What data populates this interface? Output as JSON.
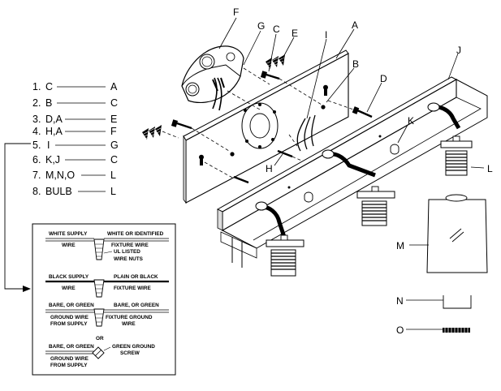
{
  "assembly_steps": [
    {
      "num": "1.",
      "part": "C",
      "target": "A"
    },
    {
      "num": "2.",
      "part": "B",
      "target": "C"
    },
    {
      "num": "3.",
      "part": "D,A",
      "target": "E"
    },
    {
      "num": "4.",
      "part": "H,A",
      "target": "F"
    },
    {
      "num": "5.",
      "part": "I",
      "target": "G"
    },
    {
      "num": "6.",
      "part": "K,J",
      "target": "C"
    },
    {
      "num": "7.",
      "part": "M,N,O",
      "target": "L"
    },
    {
      "num": "8.",
      "part": "BULB",
      "target": "L"
    }
  ],
  "part_labels": {
    "A": "A",
    "B": "B",
    "C": "C",
    "D": "D",
    "E": "E",
    "F": "F",
    "G": "G",
    "H": "H",
    "I": "I",
    "J": "J",
    "K": "K",
    "L": "L",
    "M": "M",
    "N": "N",
    "O": "O"
  },
  "wiring": {
    "row1": {
      "left": "WHITE SUPPLY",
      "right": "WHITE OR IDENTIFIED",
      "left_sub": "WIRE",
      "right_sub": "FIXTURE WIRE",
      "nut_line1": "UL LISTED",
      "nut_line2": "WIRE NUTS"
    },
    "row2": {
      "left": "BLACK SUPPLY",
      "right": "PLAIN OR BLACK",
      "left_sub": "WIRE",
      "right_sub": "FIXTURE WIRE"
    },
    "row3": {
      "left": "BARE, OR GREEN",
      "right": "BARE, OR GREEN",
      "left_sub1": "GROUND WIRE",
      "left_sub2": "FROM SUPPLY",
      "right_sub1": "FIXTURE GROUND",
      "right_sub2": "WIRE"
    },
    "or_text": "OR",
    "row4": {
      "left": "BARE, OR GREEN",
      "left_sub1": "GROUND WIRE",
      "left_sub2": "FROM SUPPLY",
      "right1": "GREEN GROUND",
      "right2": "SCREW"
    }
  }
}
